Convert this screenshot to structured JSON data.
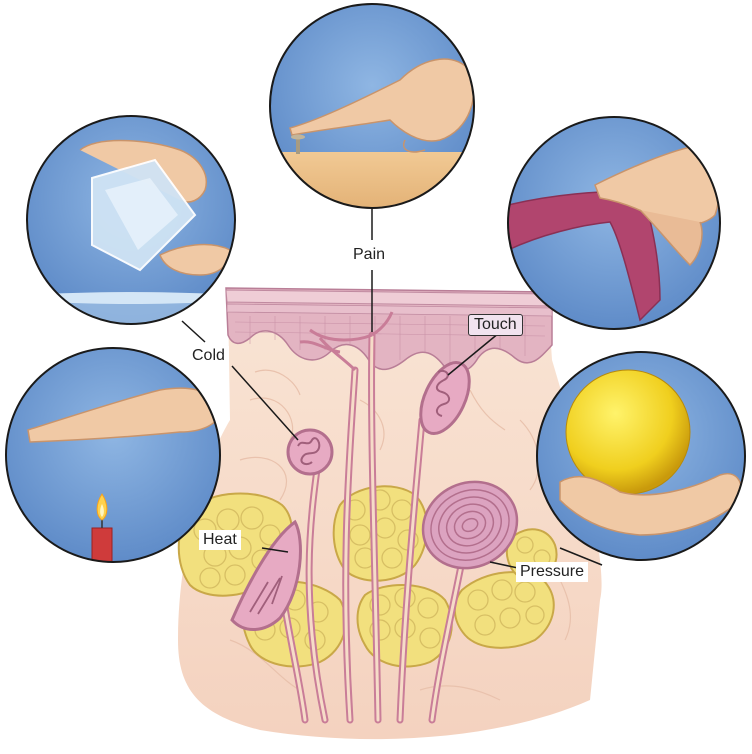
{
  "diagram": {
    "labels": {
      "pain": "Pain",
      "touch": "Touch",
      "cold": "Cold",
      "heat": "Heat",
      "pressure": "Pressure"
    },
    "colors": {
      "sky_background": "#6f9ed6",
      "skin_epidermis": "#e2b2c0",
      "dermis": "#f6dcc8",
      "fat_lobule": "#f0df7a",
      "nerve_fiber": "#c97d98",
      "circle_border": "#1a1a1a"
    }
  }
}
